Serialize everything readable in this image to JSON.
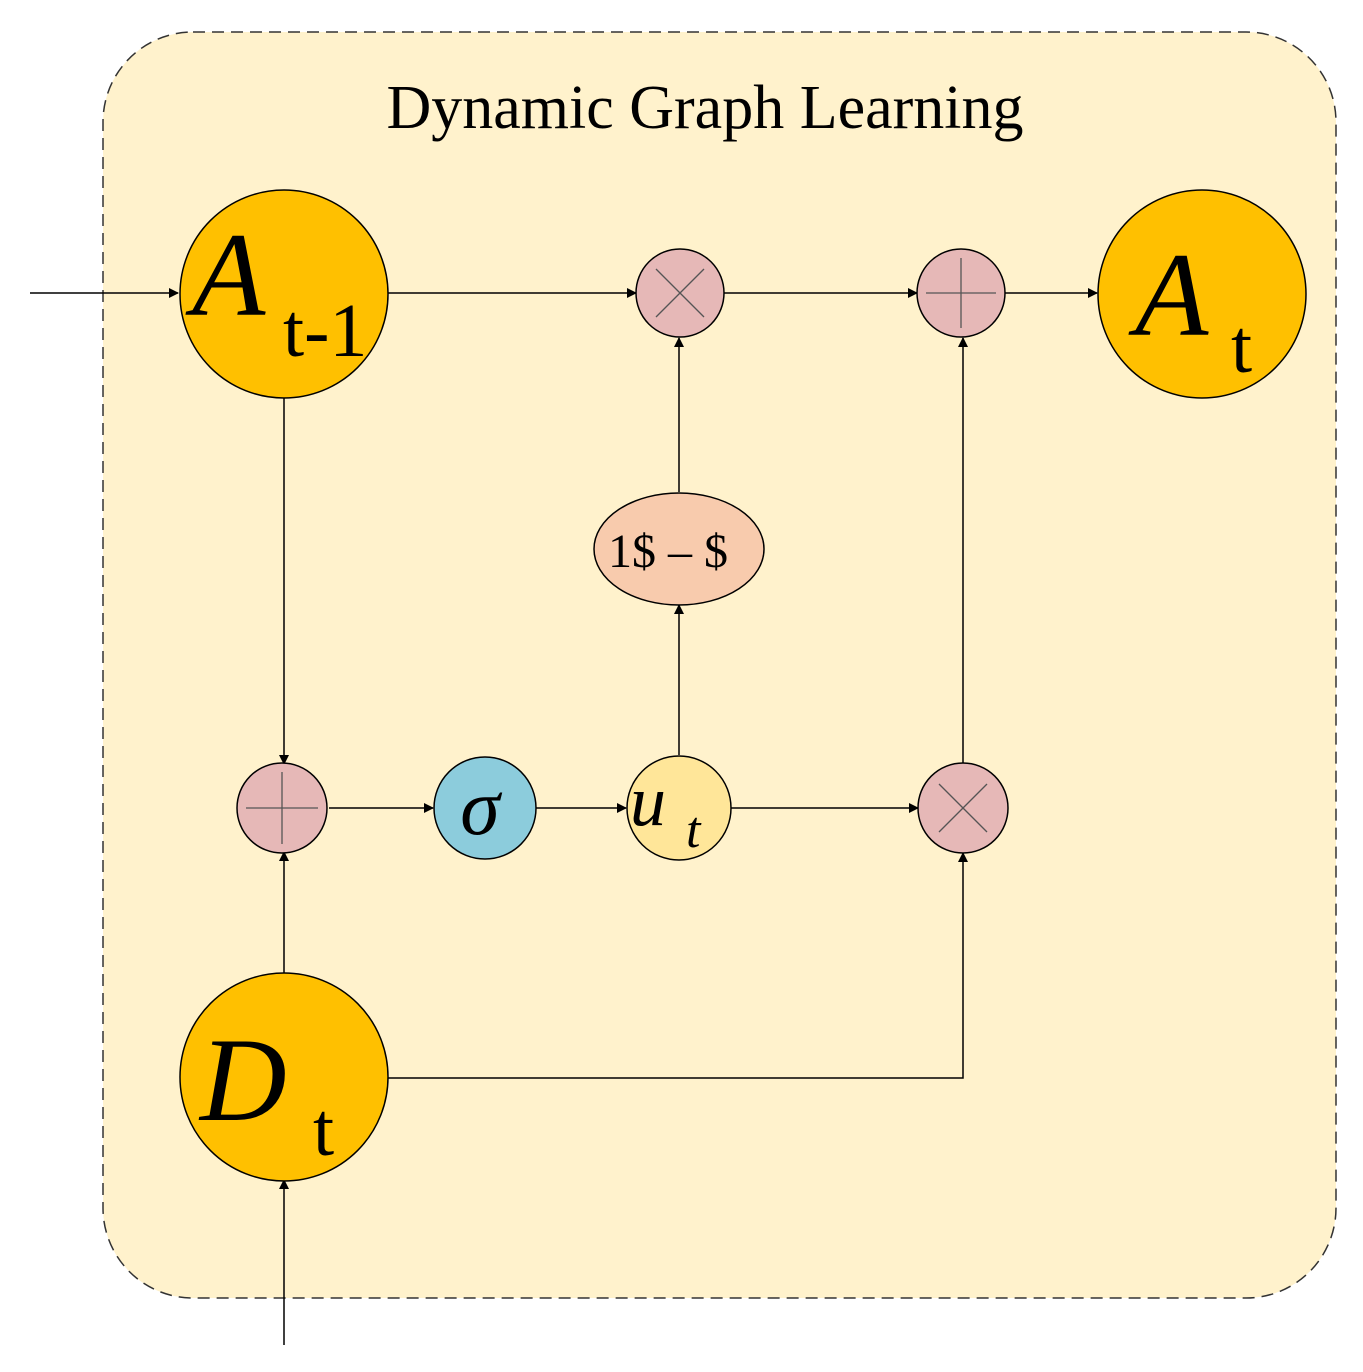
{
  "title": "Dynamic Graph Learning",
  "colors": {
    "panel_fill": "#FFF2CC",
    "panel_border": "#333333",
    "state_node": "#FFC000",
    "operator_node": "#E6B8B7",
    "sigmoid_node": "#8CCCDC",
    "gate_node": "#FFE699",
    "complement_node": "#F8CBAD",
    "line": "#000000"
  },
  "nodes": {
    "a_prev": {
      "symbol": "A",
      "subscript": "t-1"
    },
    "a_out": {
      "symbol": "A",
      "subscript": "t"
    },
    "d_t": {
      "symbol": "D",
      "subscript": "t"
    },
    "sigma": {
      "symbol": "σ"
    },
    "u_t": {
      "symbol": "u",
      "subscript": "t"
    },
    "complement": {
      "label": "1$ – $"
    },
    "mult_top": {
      "operator": "multiply"
    },
    "add_top": {
      "operator": "add"
    },
    "add_bottom": {
      "operator": "add"
    },
    "mult_bottom": {
      "operator": "multiply"
    }
  }
}
